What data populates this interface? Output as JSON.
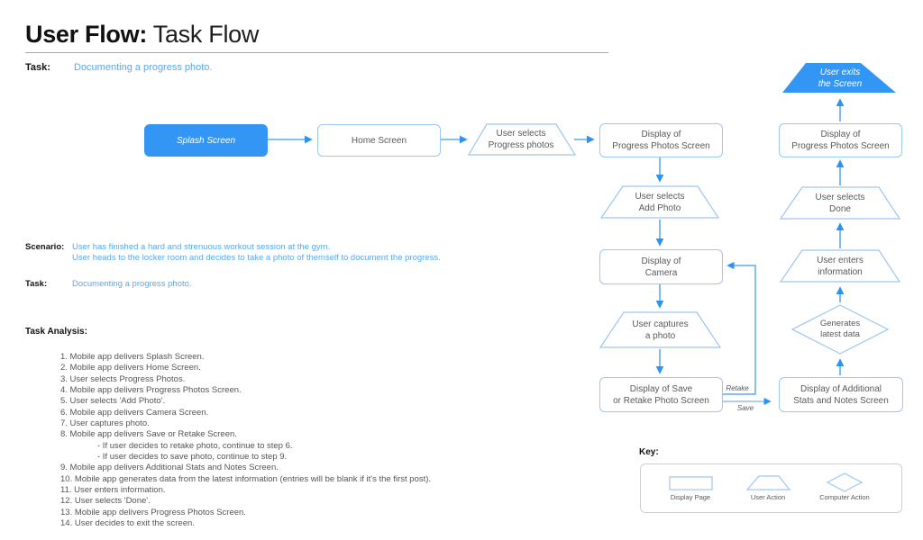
{
  "header": {
    "title_bold": "User Flow:",
    "title_light": " Task Flow",
    "task_label": "Task:",
    "task_value": "Documenting a progress photo."
  },
  "scenario": {
    "label": "Scenario:",
    "line1": "User has finished a hard and strenuous workout session at the gym.",
    "line2": "User heads to the locker room and decides to take a photo of themself to document the progress.",
    "task_label": "Task:",
    "task_value": "Documenting a progress photo."
  },
  "task_analysis": {
    "label": "Task Analysis:",
    "items": [
      "1. Mobile app delivers Splash Screen.",
      "2. Mobile app delivers Home Screen.",
      "3. User selects Progress Photos.",
      "4. Mobile app delivers Progress Photos Screen.",
      "5. User selects 'Add Photo'.",
      "6. Mobile app delivers Camera Screen.",
      "7. User captures photo.",
      "8. Mobile app delivers Save or Retake Screen.",
      "- If user decides to retake photo, continue to step 6.",
      "- If user decides to save photo, continue to step 9.",
      "9. Mobile app delivers Additional Stats and Notes Screen.",
      "10. Mobile app generates data from the latest information (entries will be blank if it's the first post).",
      "11. User enters information.",
      "12. User selects 'Done'.",
      "13. Mobile app delivers Progress Photos Screen.",
      "14. User decides to exit the screen."
    ]
  },
  "flow": {
    "nodes": {
      "splash": "Splash Screen",
      "home": "Home Screen",
      "select_progress": "User selects\nProgress photos",
      "display_progress_1": "Display of\nProgress Photos Screen",
      "select_add_photo": "User selects\nAdd Photo",
      "display_camera": "Display of\nCamera",
      "capture_photo": "User captures\na photo",
      "display_save_retake": "Display of Save\nor Retake Photo Screen",
      "display_stats": "Display of Additional\nStats and Notes Screen",
      "generates_data": "Generates\nlatest data",
      "enters_info": "User enters\ninformation",
      "select_done": "User selects\nDone",
      "display_progress_2": "Display of\nProgress Photos Screen",
      "exit": "User exits\nthe Screen"
    },
    "edge_labels": {
      "retake": "Retake",
      "save": "Save"
    }
  },
  "key": {
    "label": "Key:",
    "items": [
      {
        "label": "Display Page"
      },
      {
        "label": "User Action"
      },
      {
        "label": "Computer Action"
      }
    ]
  },
  "colors": {
    "accent_blue": "#3396F5",
    "arrow_line": "#5FA8F3",
    "arrow_head": "#2E92F3",
    "shape_border": "#9CC6F3",
    "node_text": "#58595B",
    "blue_text": "#57A7F7"
  }
}
